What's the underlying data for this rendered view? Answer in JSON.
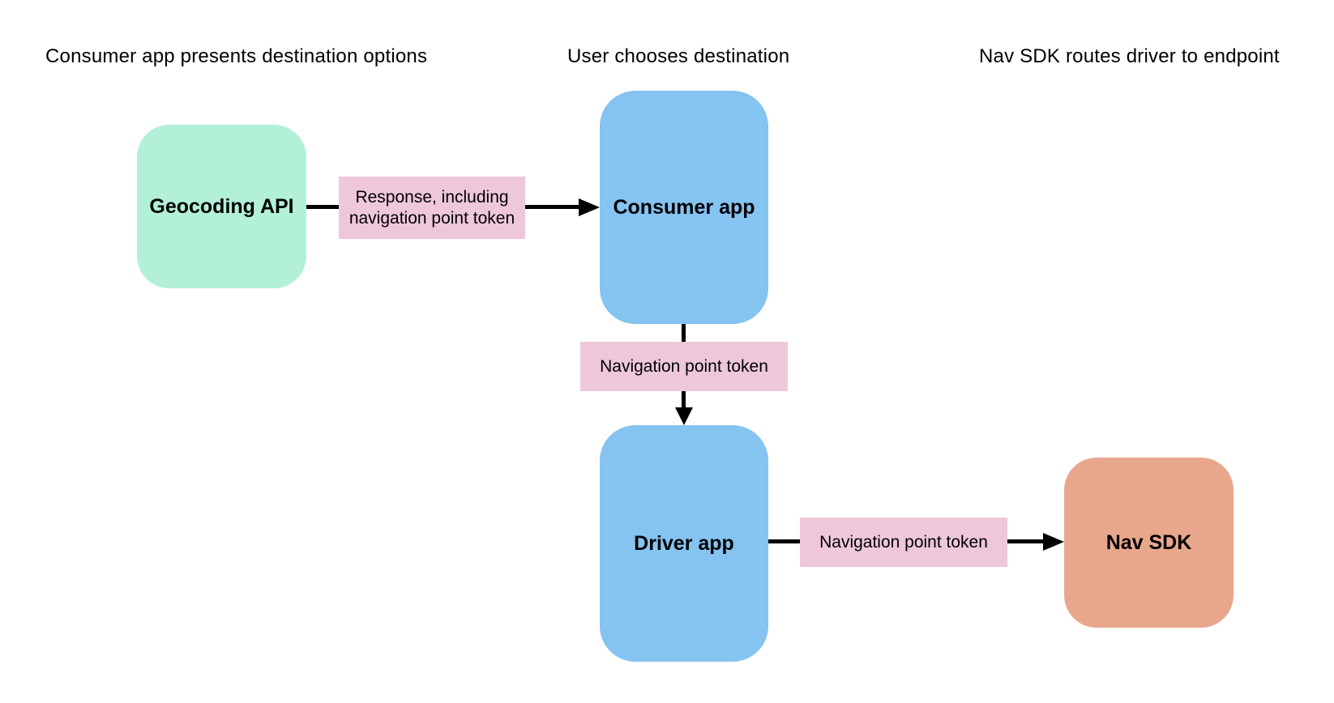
{
  "diagram": {
    "type": "flowchart",
    "colors": {
      "bg": "#ffffff",
      "text": "#000000",
      "arrow": "#000000",
      "node_green": "#b3f0d8",
      "node_blue": "#85c3f1",
      "node_orange": "#e8a78c",
      "label_pink": "#eec7da"
    },
    "headers": [
      {
        "label": "Consumer app presents destination options"
      },
      {
        "label": "User chooses destination"
      },
      {
        "label": "Nav SDK routes driver to endpoint"
      }
    ],
    "nodes": [
      {
        "id": "geocoding-api",
        "label": "Geocoding API",
        "fill": "#b3f0d8"
      },
      {
        "id": "consumer-app",
        "label": "Consumer app",
        "fill": "#85c3f1"
      },
      {
        "id": "driver-app",
        "label": "Driver app",
        "fill": "#85c3f1"
      },
      {
        "id": "nav-sdk",
        "label": "Nav SDK",
        "fill": "#e8a78c"
      }
    ],
    "edges": [
      {
        "from": "geocoding-api",
        "to": "consumer-app",
        "direction": "right",
        "label": "Response, including navigation point token"
      },
      {
        "from": "consumer-app",
        "to": "driver-app",
        "direction": "down",
        "label": "Navigation point token"
      },
      {
        "from": "driver-app",
        "to": "nav-sdk",
        "direction": "right",
        "label": "Navigation point token"
      }
    ]
  }
}
